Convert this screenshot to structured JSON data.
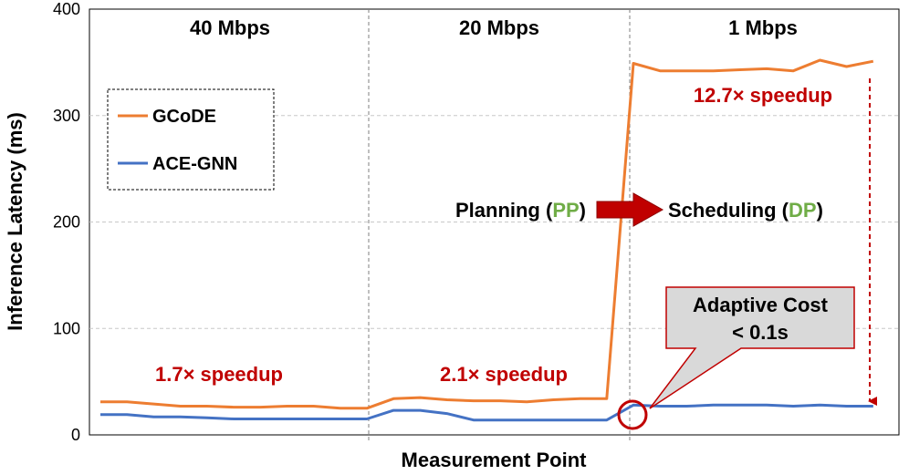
{
  "chart_data": {
    "type": "line",
    "xlabel": "Measurement Point",
    "ylabel": "Inference Latency (ms)",
    "ylim": [
      0,
      400
    ],
    "yticks": [
      "0",
      "100",
      "200",
      "300",
      "400"
    ],
    "grid": "horizontal dashed",
    "x": [
      1,
      2,
      3,
      4,
      5,
      6,
      7,
      8,
      9,
      10,
      11,
      12,
      13,
      14,
      15,
      16,
      17,
      18,
      19,
      20,
      21,
      22,
      23,
      24,
      25,
      26,
      27,
      28,
      29,
      30,
      31
    ],
    "series": [
      {
        "name": "GCoDE",
        "color": "#ed7d31",
        "values": [
          31,
          31,
          29,
          27,
          27,
          26,
          26,
          27,
          27,
          25,
          25,
          34,
          35,
          33,
          32,
          32,
          31,
          33,
          34,
          34,
          349,
          342,
          342,
          342,
          343,
          344,
          342,
          352,
          346,
          351
        ]
      },
      {
        "name": "ACE-GNN",
        "color": "#4472c4",
        "values": [
          19,
          19,
          17,
          17,
          16,
          15,
          15,
          15,
          15,
          15,
          15,
          23,
          23,
          20,
          14,
          14,
          14,
          14,
          14,
          14,
          28,
          27,
          27,
          28,
          28,
          28,
          27,
          28,
          27,
          27
        ]
      }
    ],
    "regions": [
      {
        "label": "40 Mbps",
        "speedup": "1.7× speedup"
      },
      {
        "label": "20 Mbps",
        "speedup": "2.1× speedup"
      },
      {
        "label": "1 Mbps",
        "speedup": "12.7× speedup"
      }
    ],
    "legend": {
      "placement": "top-left"
    },
    "annotations": {
      "phase_left": "Planning (",
      "phase_left_code": "PP",
      "phase_left_close": ")",
      "phase_right": "Scheduling (",
      "phase_right_code": "DP",
      "phase_right_close": ")",
      "callout_line1": "Adaptive Cost",
      "callout_line2": "< 0.1s"
    },
    "colors": {
      "speedup": "#c00000",
      "code": "#70ad47",
      "arrow": "#c00000",
      "grid": "#c8c8c8"
    }
  }
}
